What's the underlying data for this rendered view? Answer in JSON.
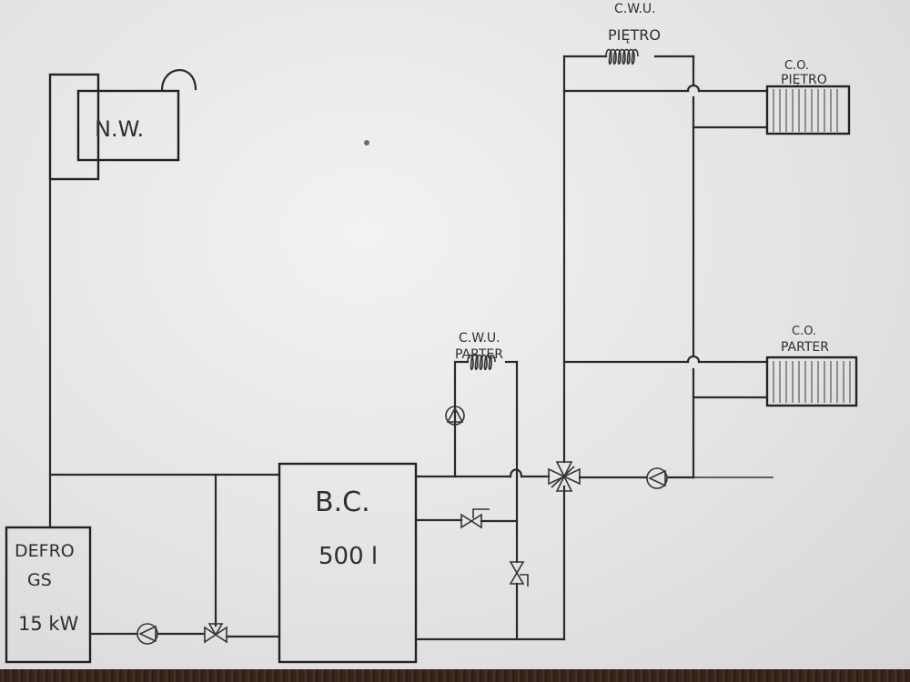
{
  "diagram": {
    "title": "Heating system schematic (hand-drawn)",
    "components": {
      "boiler": {
        "name": "DEFRO",
        "model": "GS",
        "power": "15 kW"
      },
      "buffer_tank": {
        "label": "B.C.",
        "volume": "500 l"
      },
      "expansion_vessel": {
        "label": "N.W."
      },
      "dhw_ground": {
        "line1": "C.W.U.",
        "line2": "PARTER"
      },
      "dhw_upper": {
        "line1": "C.W.U.",
        "line2": "PIĘTRO"
      },
      "radiator_upper": {
        "line1": "C.O.",
        "line2": "PIĘTRO"
      },
      "radiator_ground": {
        "line1": "C.O.",
        "line2": "PARTER"
      }
    },
    "symbols": [
      "boiler-pump",
      "three-way-valve-boiler",
      "dhw-pump",
      "four-way-mixing-valve",
      "heating-pump",
      "check-valve-horizontal",
      "check-valve-vertical"
    ],
    "colors": {
      "ink": "#2a2a2a",
      "paper": "#e8e8e8",
      "desk": "#3a2a22"
    }
  }
}
